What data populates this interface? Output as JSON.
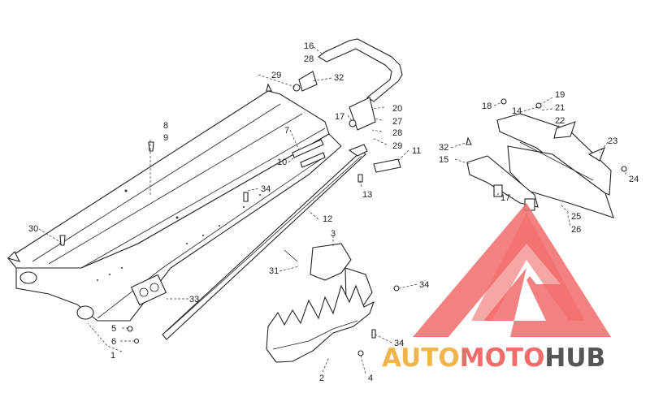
{
  "diagram": {
    "labels": [
      "1",
      "2",
      "3",
      "4",
      "5",
      "6",
      "7",
      "8",
      "9",
      "10",
      "11",
      "12",
      "13",
      "14",
      "15",
      "16",
      "17",
      "17",
      "18",
      "19",
      "20",
      "21",
      "22",
      "23",
      "24",
      "25",
      "26",
      "27",
      "28",
      "28",
      "29",
      "29",
      "30",
      "31",
      "32",
      "32",
      "33",
      "34",
      "34",
      "34"
    ]
  },
  "watermark": {
    "part1": "AUTO",
    "part2": "MOTO",
    "part3": "HUB",
    "colors": {
      "triangle": "#f26b6b",
      "auto": "#f0b44c",
      "moto": "#f26b6b",
      "hub": "#555555"
    }
  }
}
